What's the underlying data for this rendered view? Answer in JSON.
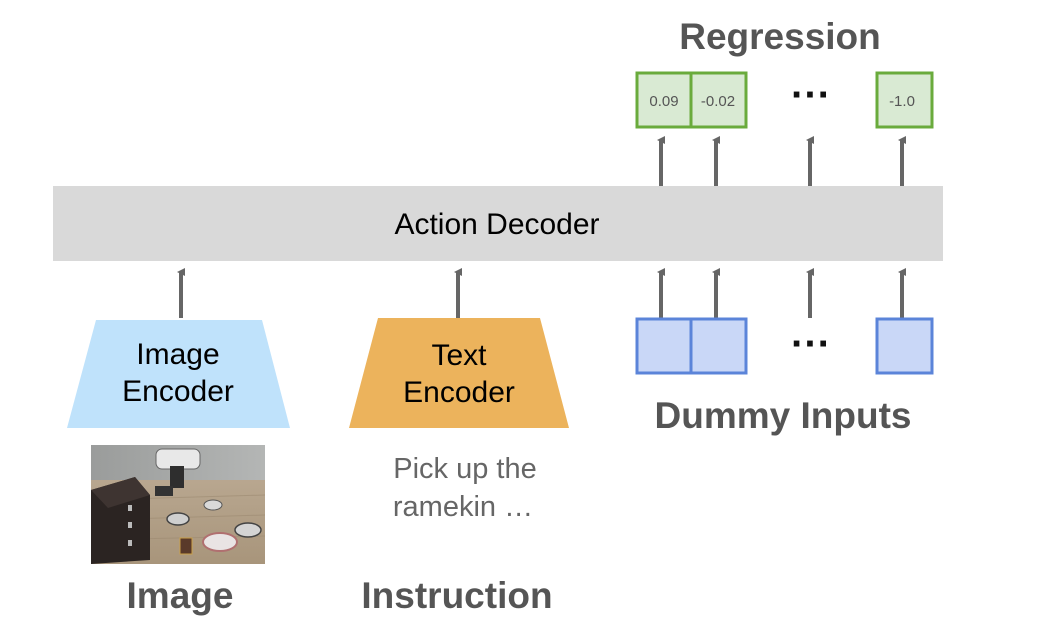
{
  "regression": {
    "title": "Regression",
    "values": [
      "0.09",
      "-0.02",
      "-1.0"
    ],
    "ellipsis": "···"
  },
  "decoder": {
    "label": "Action Decoder"
  },
  "image_encoder": {
    "line1": "Image",
    "line2": "Encoder",
    "caption": "Image"
  },
  "text_encoder": {
    "line1": "Text",
    "line2": "Encoder",
    "caption": "Instruction"
  },
  "instruction_text": {
    "line1": "Pick up the",
    "line2": "ramekin …"
  },
  "dummy_inputs": {
    "label": "Dummy Inputs",
    "ellipsis": "···"
  },
  "colors": {
    "arrow": "#666666",
    "decoder_fill": "#d9d9d9",
    "image_encoder_fill": "#bfe2fb",
    "text_encoder_fill": "#ecb35c",
    "output_fill": "#d9ead3",
    "output_stroke": "#6aab3c",
    "input_fill": "#c9d7f7",
    "input_stroke": "#5b84d9",
    "caption_text": "#555555"
  }
}
